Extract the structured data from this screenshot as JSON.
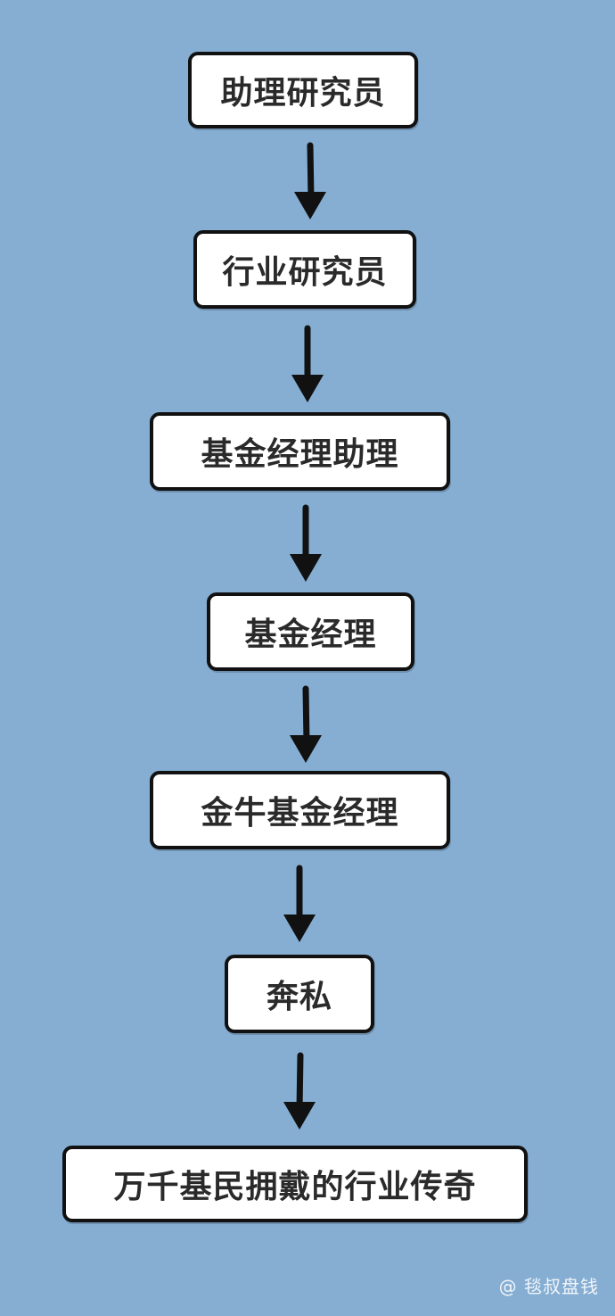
{
  "diagram": {
    "background_color": "#85aed2",
    "steps": [
      {
        "label": "助理研究员"
      },
      {
        "label": "行业研究员"
      },
      {
        "label": "基金经理助理"
      },
      {
        "label": "基金经理"
      },
      {
        "label": "金牛基金经理"
      },
      {
        "label": "奔私"
      },
      {
        "label": "万千基民拥戴的行业传奇"
      }
    ]
  },
  "watermark": {
    "text": "@ 毯叔盘钱"
  }
}
